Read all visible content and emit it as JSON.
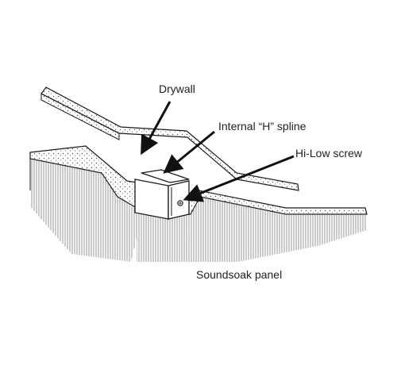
{
  "labels": {
    "drywall": "Drywall",
    "spline": "Internal “H” spline",
    "screw": "Hi-Low screw",
    "panel": "Soundsoak panel"
  },
  "colors": {
    "line": "#1a1a1a",
    "stipple": "#555555",
    "background": "#ffffff"
  }
}
